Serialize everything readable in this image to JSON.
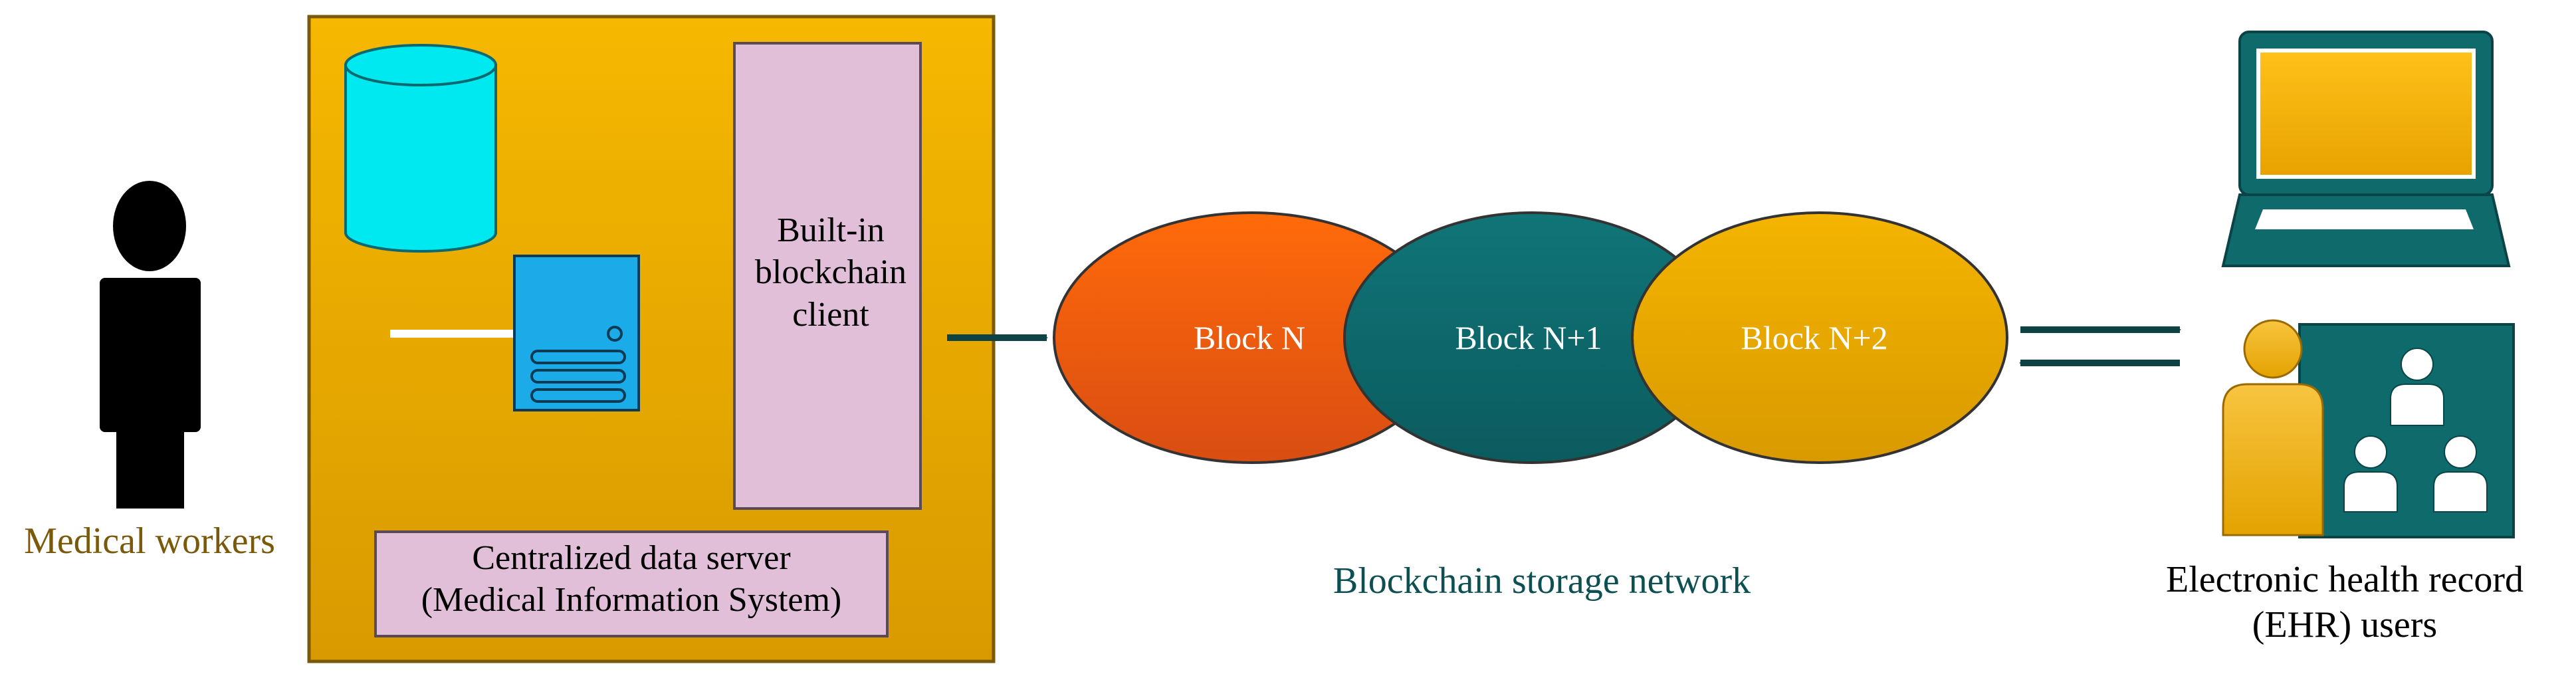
{
  "labels": {
    "medical_workers": "Medical workers",
    "server": "Centralized data server\n(Medical Information System)",
    "client": "Built-in\nblockchain\nclient",
    "block_n": "Block N",
    "block_n1": "Block N+1",
    "block_n2": "Block N+2",
    "network": "Blockchain storage network",
    "ehr_users": "Electronic health record\n(EHR) users"
  },
  "colors": {
    "workers_text": "#7a5a0a",
    "network_text": "#0e4f52",
    "server_box": "#e9a800",
    "client_box": "#e2bfd8",
    "block_n": "#f06010",
    "block_n1": "#0e6b70",
    "block_n2": "#eaaa00",
    "arrow": "#0e4245",
    "laptop": "#0f6a6c",
    "users_panel": "#0f6a6c",
    "user_figure": "#efb500"
  },
  "icons": {
    "person": "person-silhouette-icon",
    "database": "database-cylinder-icon",
    "server": "server-icon",
    "laptop": "laptop-icon",
    "users": "ehr-users-icon"
  }
}
